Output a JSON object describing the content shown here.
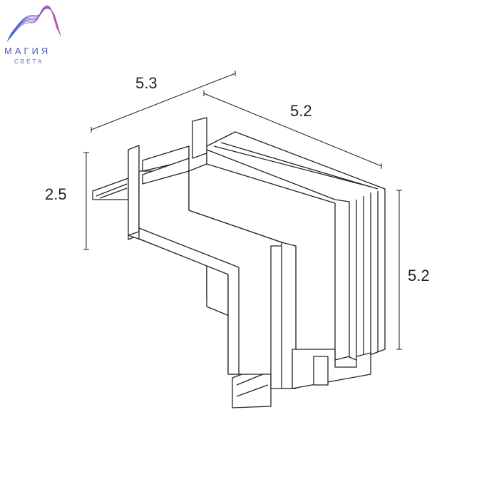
{
  "logo": {
    "line1": "МАГИЯ",
    "line2": "СВЕТА",
    "colors": [
      "#3a5fd0",
      "#9a4cc8",
      "#c050b0"
    ]
  },
  "dimensions": {
    "width_top": "5.3",
    "depth_top": "5.2",
    "height_left": "2.5",
    "height_right": "5.2"
  },
  "line_color": "#222222"
}
